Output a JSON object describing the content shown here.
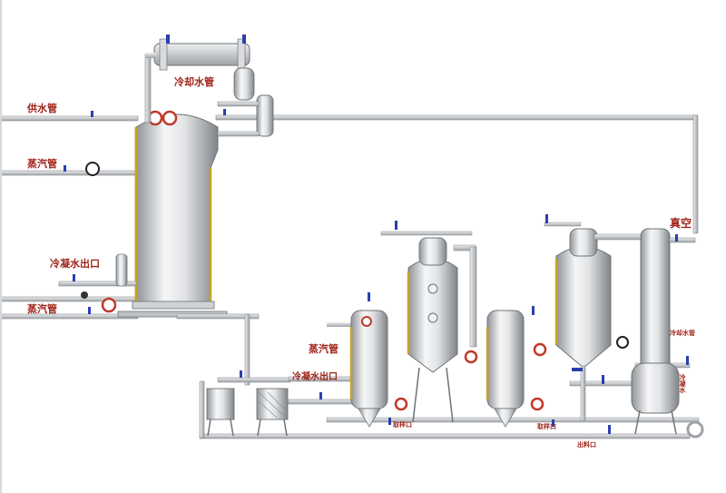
{
  "labels": {
    "supply_water_pipe": "供水管",
    "steam_pipe_top": "蒸汽管",
    "condensate_outlet_left": "冷凝水出口",
    "steam_pipe_bottom": "蒸汽管",
    "cooling_water_pipe_top": "冷却水管",
    "steam_pipe_mid": "蒸汽管",
    "condensate_outlet_mid": "冷凝水出口",
    "vacuum": "真空",
    "cooling_water_pipe_right": "冷却水管",
    "cooling_water_vertical": "冷凝水",
    "sampling_port_1": "取样口",
    "sampling_port_2": "取样口",
    "discharge_port": "出料口"
  },
  "colors": {
    "pipe": "#c7cbce",
    "pipe_stroke": "#7d8185",
    "vessel_light": "#f2f3f4",
    "vessel_dark": "#9a9ea2",
    "accent_gold": "#c9a227",
    "valve_blue": "#2a3fb0",
    "gauge_red": "#c0392b",
    "label_red": "#a0241a"
  }
}
